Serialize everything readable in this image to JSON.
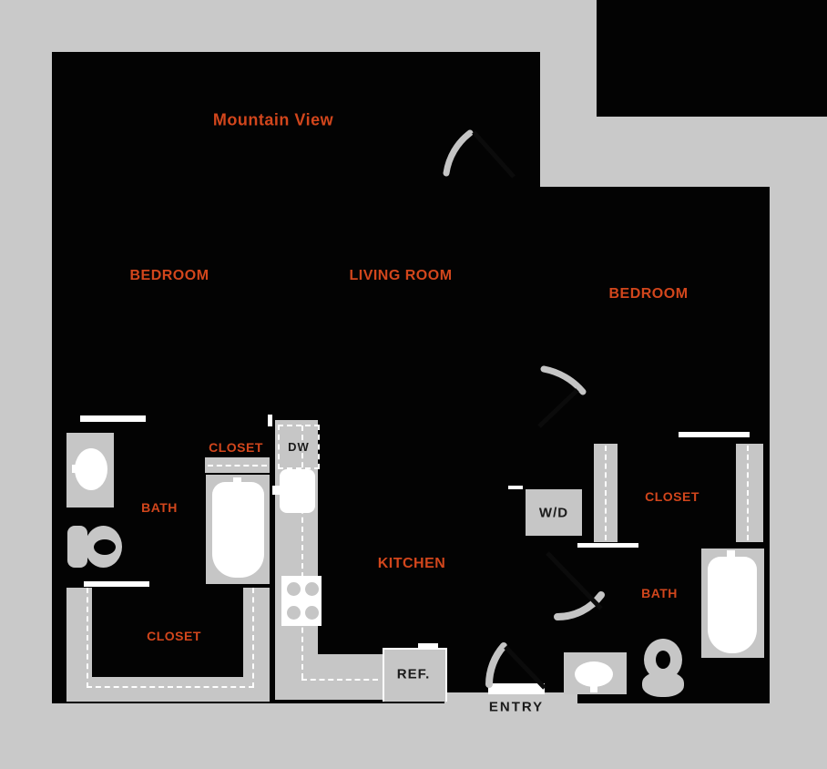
{
  "title": {
    "text": "Mountain View"
  },
  "rooms": {
    "bedroom_left": "BEDROOM",
    "living": "LIVING ROOM",
    "bedroom_right": "BEDROOM",
    "kitchen": "KITCHEN",
    "bath_left": "BATH",
    "bath_right": "BATH",
    "closet_left_top": "CLOSET",
    "closet_left_bottom": "CLOSET",
    "closet_right": "CLOSET"
  },
  "fixtures": {
    "dishwasher": "DW",
    "washer_dryer": "W/D",
    "refrigerator": "REF.",
    "entry": "ENTRY"
  },
  "colors": {
    "background": "#c9c9c9",
    "plan_fill": "#030303",
    "accent_orange": "#d2461c",
    "fixture_gray": "#c6c6c6",
    "detail_white": "#ffffff",
    "text_dark": "#1b1b1b"
  }
}
